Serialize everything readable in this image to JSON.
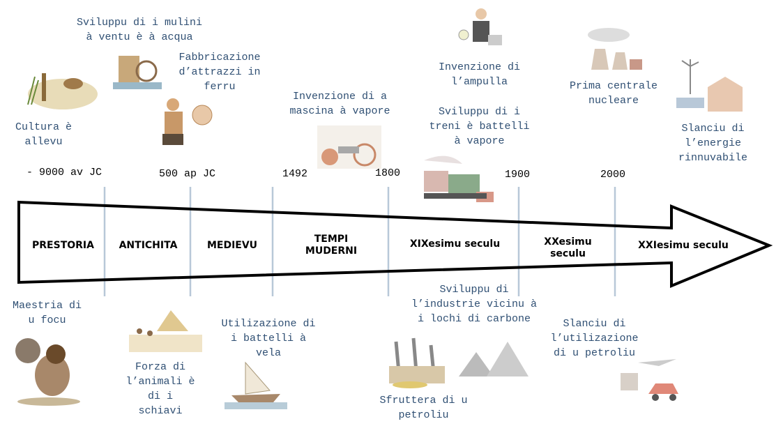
{
  "years": [
    "- 9000 av JC",
    "500 ap JC",
    "1492",
    "1800",
    "1900",
    "2000"
  ],
  "eras": [
    "PRESTORIA",
    "ANTICHITA",
    "MEDIEVU",
    "TEMPI\nMUDERNI",
    "XIXesimu seculu",
    "XXesimu\nseculu",
    "XXIesimu seculu"
  ],
  "top_events": [
    "Cultura è\nallevu",
    "Sviluppu di i mulini\nà ventu è à acqua",
    "Fabbricazione\nd’attrazzi in\nferru",
    "Invenzione di a\nmascina à vapore",
    "Sviluppu di i\ntreni è battelli\nà vapore",
    "Invenzione di\nl’ampulla",
    "Prima centrale\nnucleare",
    "Slanciu di\nl’energie\nrinnuvabile"
  ],
  "bottom_events": [
    "Maestria di\nu focu",
    "Forza di\nl’animali è\ndi i\nschiavi",
    "Utilizazione di\ni battelli à\nvela",
    "Sfruttera di u\npetroliu",
    "Sviluppu di\nl’industrie vicinu à\ni lochi di carbone",
    "Slanciu di\nl’utilizazione\ndi u petroliu"
  ],
  "colors": {
    "caption": "#2f4f73",
    "divider": "#b8c8d8",
    "outline": "#000000"
  }
}
